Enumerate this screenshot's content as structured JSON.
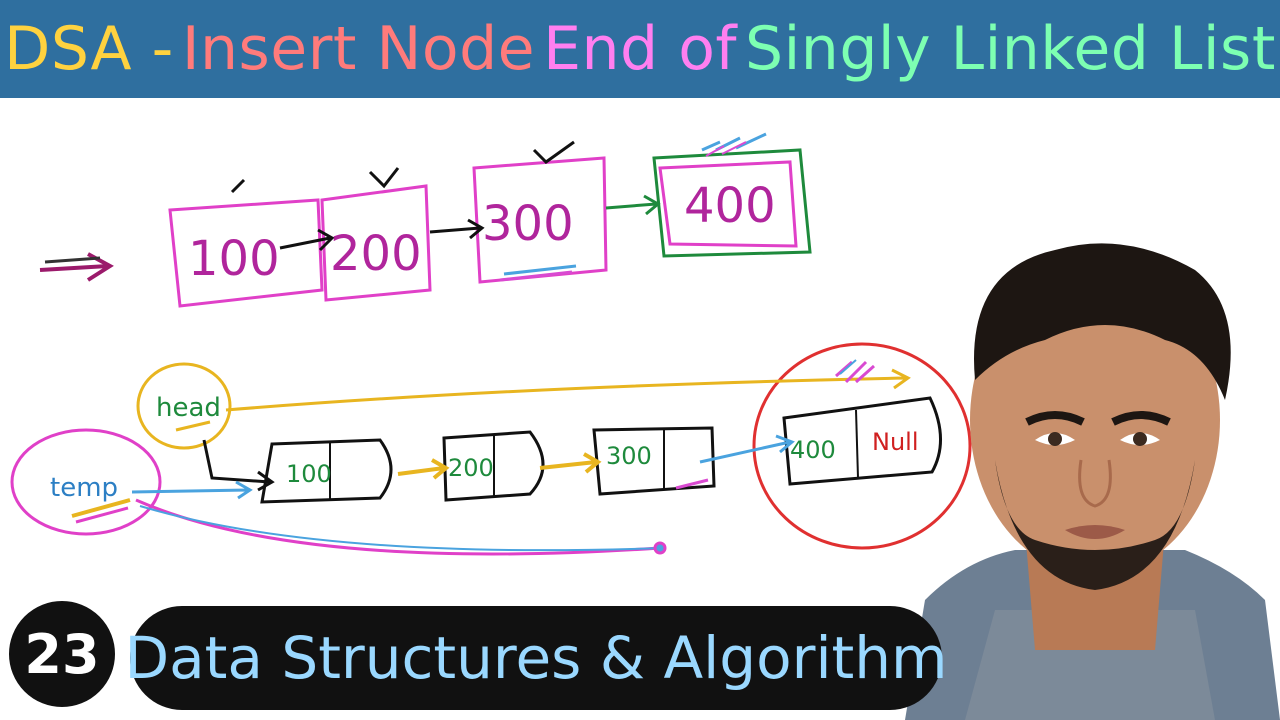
{
  "title": {
    "part1": "DSA -",
    "part2": "Insert Node",
    "part3": "End of",
    "part4": "Singly Linked List",
    "colors": [
      "#ffd23f",
      "#ff7b7b",
      "#ff7ff0",
      "#7dffb2"
    ]
  },
  "top_list": {
    "values": [
      "100",
      "200",
      "300",
      "400"
    ]
  },
  "bottom_list": {
    "head_label": "head",
    "temp_label": "temp",
    "values": [
      "100",
      "200",
      "300",
      "400"
    ],
    "null_label": "Null"
  },
  "episode_number": "23",
  "series_label": "Data Structures & Algorithm"
}
